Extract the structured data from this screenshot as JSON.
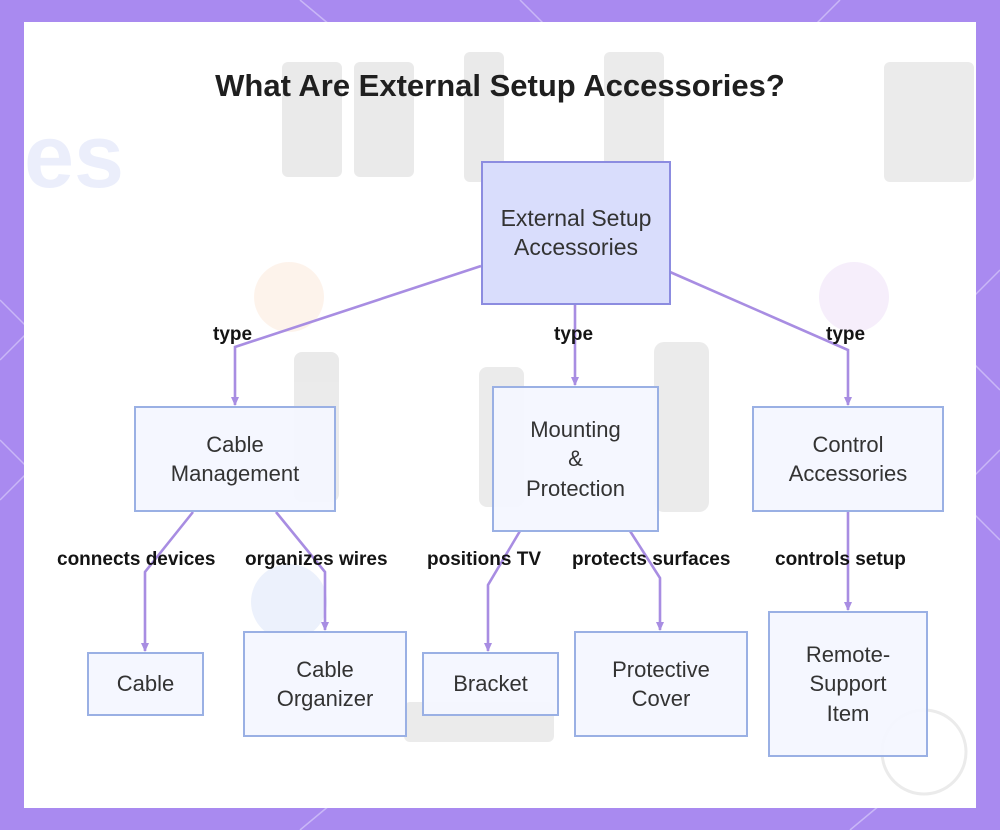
{
  "title": "What Are External Setup Accessories?",
  "colors": {
    "frame": "#a98af0",
    "edge": "#a88de2",
    "node_fill": "#f4f7ff",
    "node_border": "#9ab0e4",
    "root_fill": "#d8dcfc",
    "root_border": "#8c8ce0"
  },
  "nodes": {
    "root": "External Setup Accessories",
    "cable_management": "Cable Management",
    "mounting_protection": "Mounting & Protection",
    "control_accessories": "Control Accessories",
    "cable": "Cable",
    "cable_organizer": "Cable Organizer",
    "bracket": "Bracket",
    "protective_cover": "Protective Cover",
    "remote_support": "Remote-Support Item"
  },
  "edges": {
    "type_1": "type",
    "type_2": "type",
    "type_3": "type",
    "connects_devices": "connects devices",
    "organizes_wires": "organizes wires",
    "positions_tv": "positions TV",
    "protects_surfaces": "protects surfaces",
    "controls_setup": "controls setup"
  }
}
